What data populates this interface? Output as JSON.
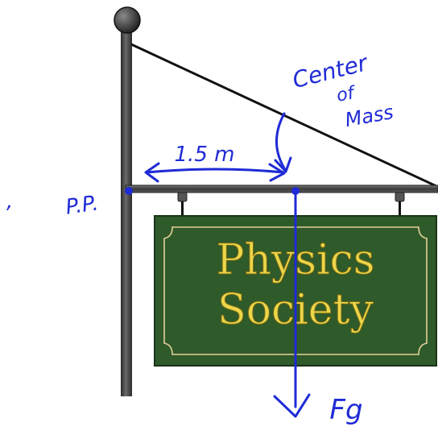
{
  "sign": {
    "line1": "Physics",
    "line2": "Society"
  },
  "annotations": {
    "center_of_mass_1": "Center",
    "center_of_mass_2": "of",
    "center_of_mass_3": "Mass",
    "distance": "1.5 m",
    "pivot_point": "P.P.",
    "force": "Fg",
    "stray_mark": ","
  },
  "colors": {
    "ink": "#1f2bd6",
    "pole": "#4a4a4a",
    "sign_fill": "#2f5a2a",
    "sign_border": "#e3d09a",
    "sign_text": "#ecd64a"
  }
}
